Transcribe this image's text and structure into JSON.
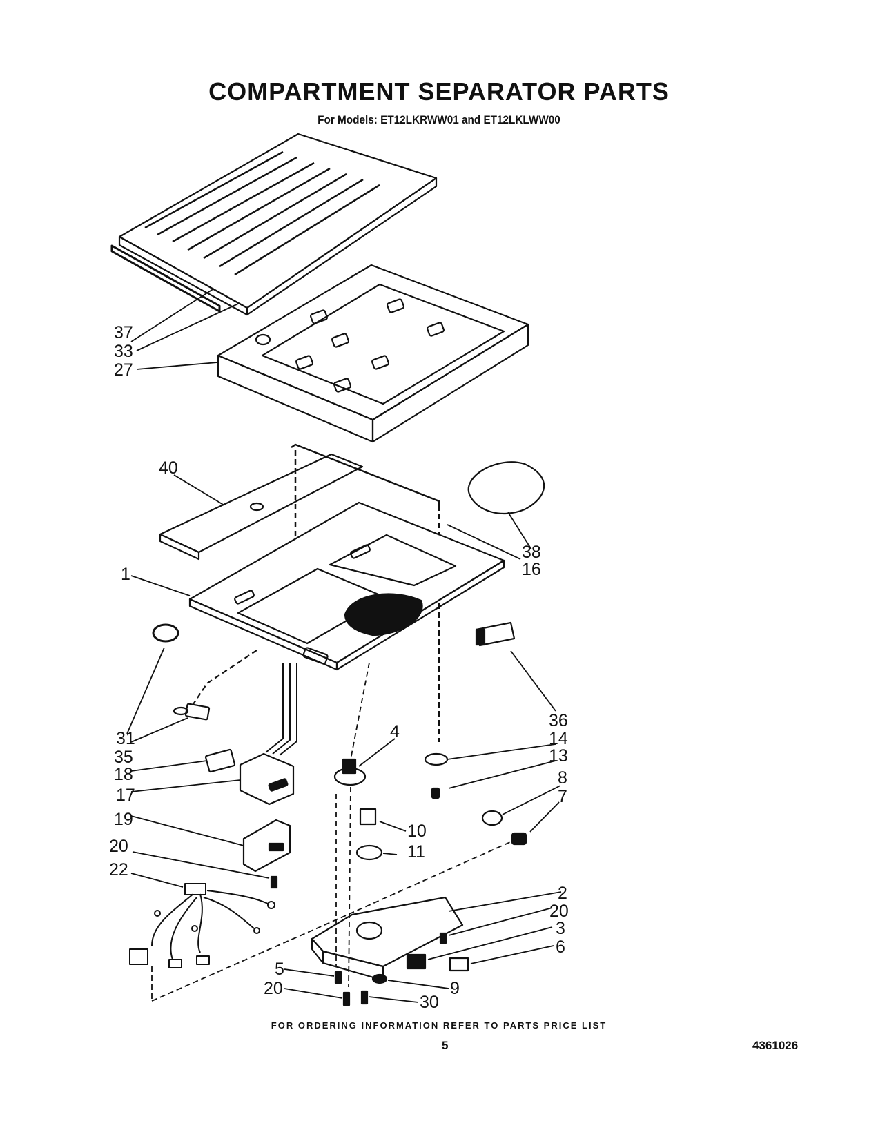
{
  "title": "COMPARTMENT SEPARATOR PARTS",
  "subtitle": "For Models: ET12LKRWW01 and ET12LKLWW00",
  "callouts": {
    "c37": "37",
    "c33": "33",
    "c27": "27",
    "c40": "40",
    "c38": "38",
    "c16": "16",
    "c1": "1",
    "c31": "31",
    "c35": "35",
    "c36": "36",
    "c4": "4",
    "c14": "14",
    "c13": "13",
    "c18": "18",
    "c17": "17",
    "c8": "8",
    "c7": "7",
    "c19": "19",
    "c10": "10",
    "c11": "11",
    "c20a": "20",
    "c22": "22",
    "c2": "2",
    "c20b": "20",
    "c3": "3",
    "c6": "6",
    "c5": "5",
    "c9": "9",
    "c20c": "20",
    "c30": "30"
  },
  "footer": {
    "ordering_note": "FOR ORDERING INFORMATION REFER TO PARTS PRICE LIST",
    "page_number": "5",
    "document_number": "4361026"
  }
}
